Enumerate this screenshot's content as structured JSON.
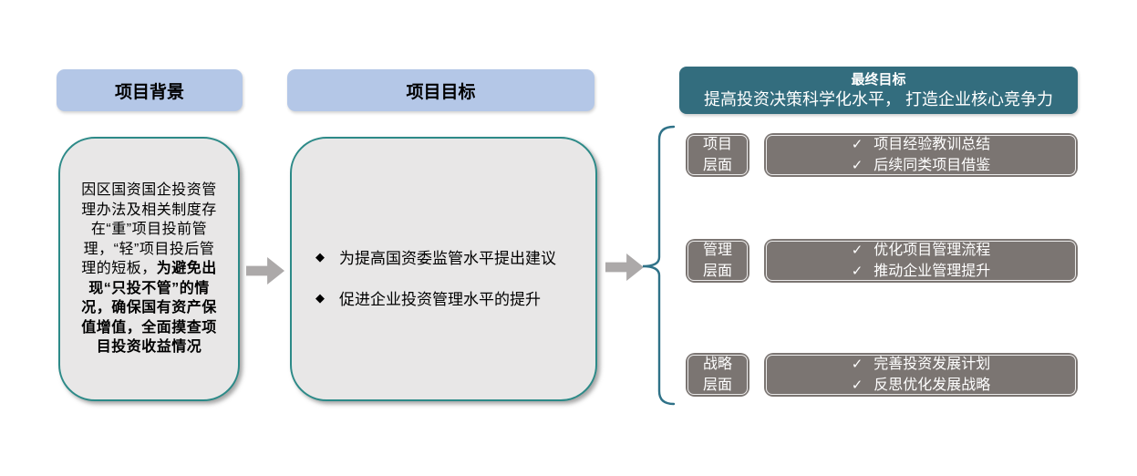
{
  "background": {
    "header": "项目背景",
    "body_regular": "因区国资国企投资管理办法及相关制度存在“重”项目投前管理，“轻”项目投后管理的短板，",
    "body_bold": "为避免出现“只投不管”的情况，确保国有资产保值增值，全面摸查项目投资收益情况"
  },
  "objectives": {
    "header": "项目目标",
    "bullet_icon": "◆",
    "bullets": [
      "为提高国资委监管水平提出建议",
      "促进企业投资管理水平的提升"
    ]
  },
  "final_goal": {
    "title": "最终目标",
    "subtitle": "提高投资决策科学化水平， 打造企业核心竞争力",
    "check_icon": "✓",
    "levels": [
      {
        "label_line1": "项目",
        "label_line2": "层面",
        "items": [
          "项目经验教训总结",
          "后续同类项目借鉴"
        ]
      },
      {
        "label_line1": "管理",
        "label_line2": "层面",
        "items": [
          "优化项目管理流程",
          "推动企业管理提升"
        ]
      },
      {
        "label_line1": "战略",
        "label_line2": "层面",
        "items": [
          "完善投资发展计划",
          "反思优化发展战略"
        ]
      }
    ]
  },
  "colors": {
    "header_blue": "#b4c7e7",
    "box_fill": "#e8e7e7",
    "box_border_teal": "#2c8a88",
    "final_header_teal": "#336d7e",
    "level_gray": "#7b7572",
    "arrow_gray": "#aca9a9",
    "brace_teal": "#2f7288"
  }
}
